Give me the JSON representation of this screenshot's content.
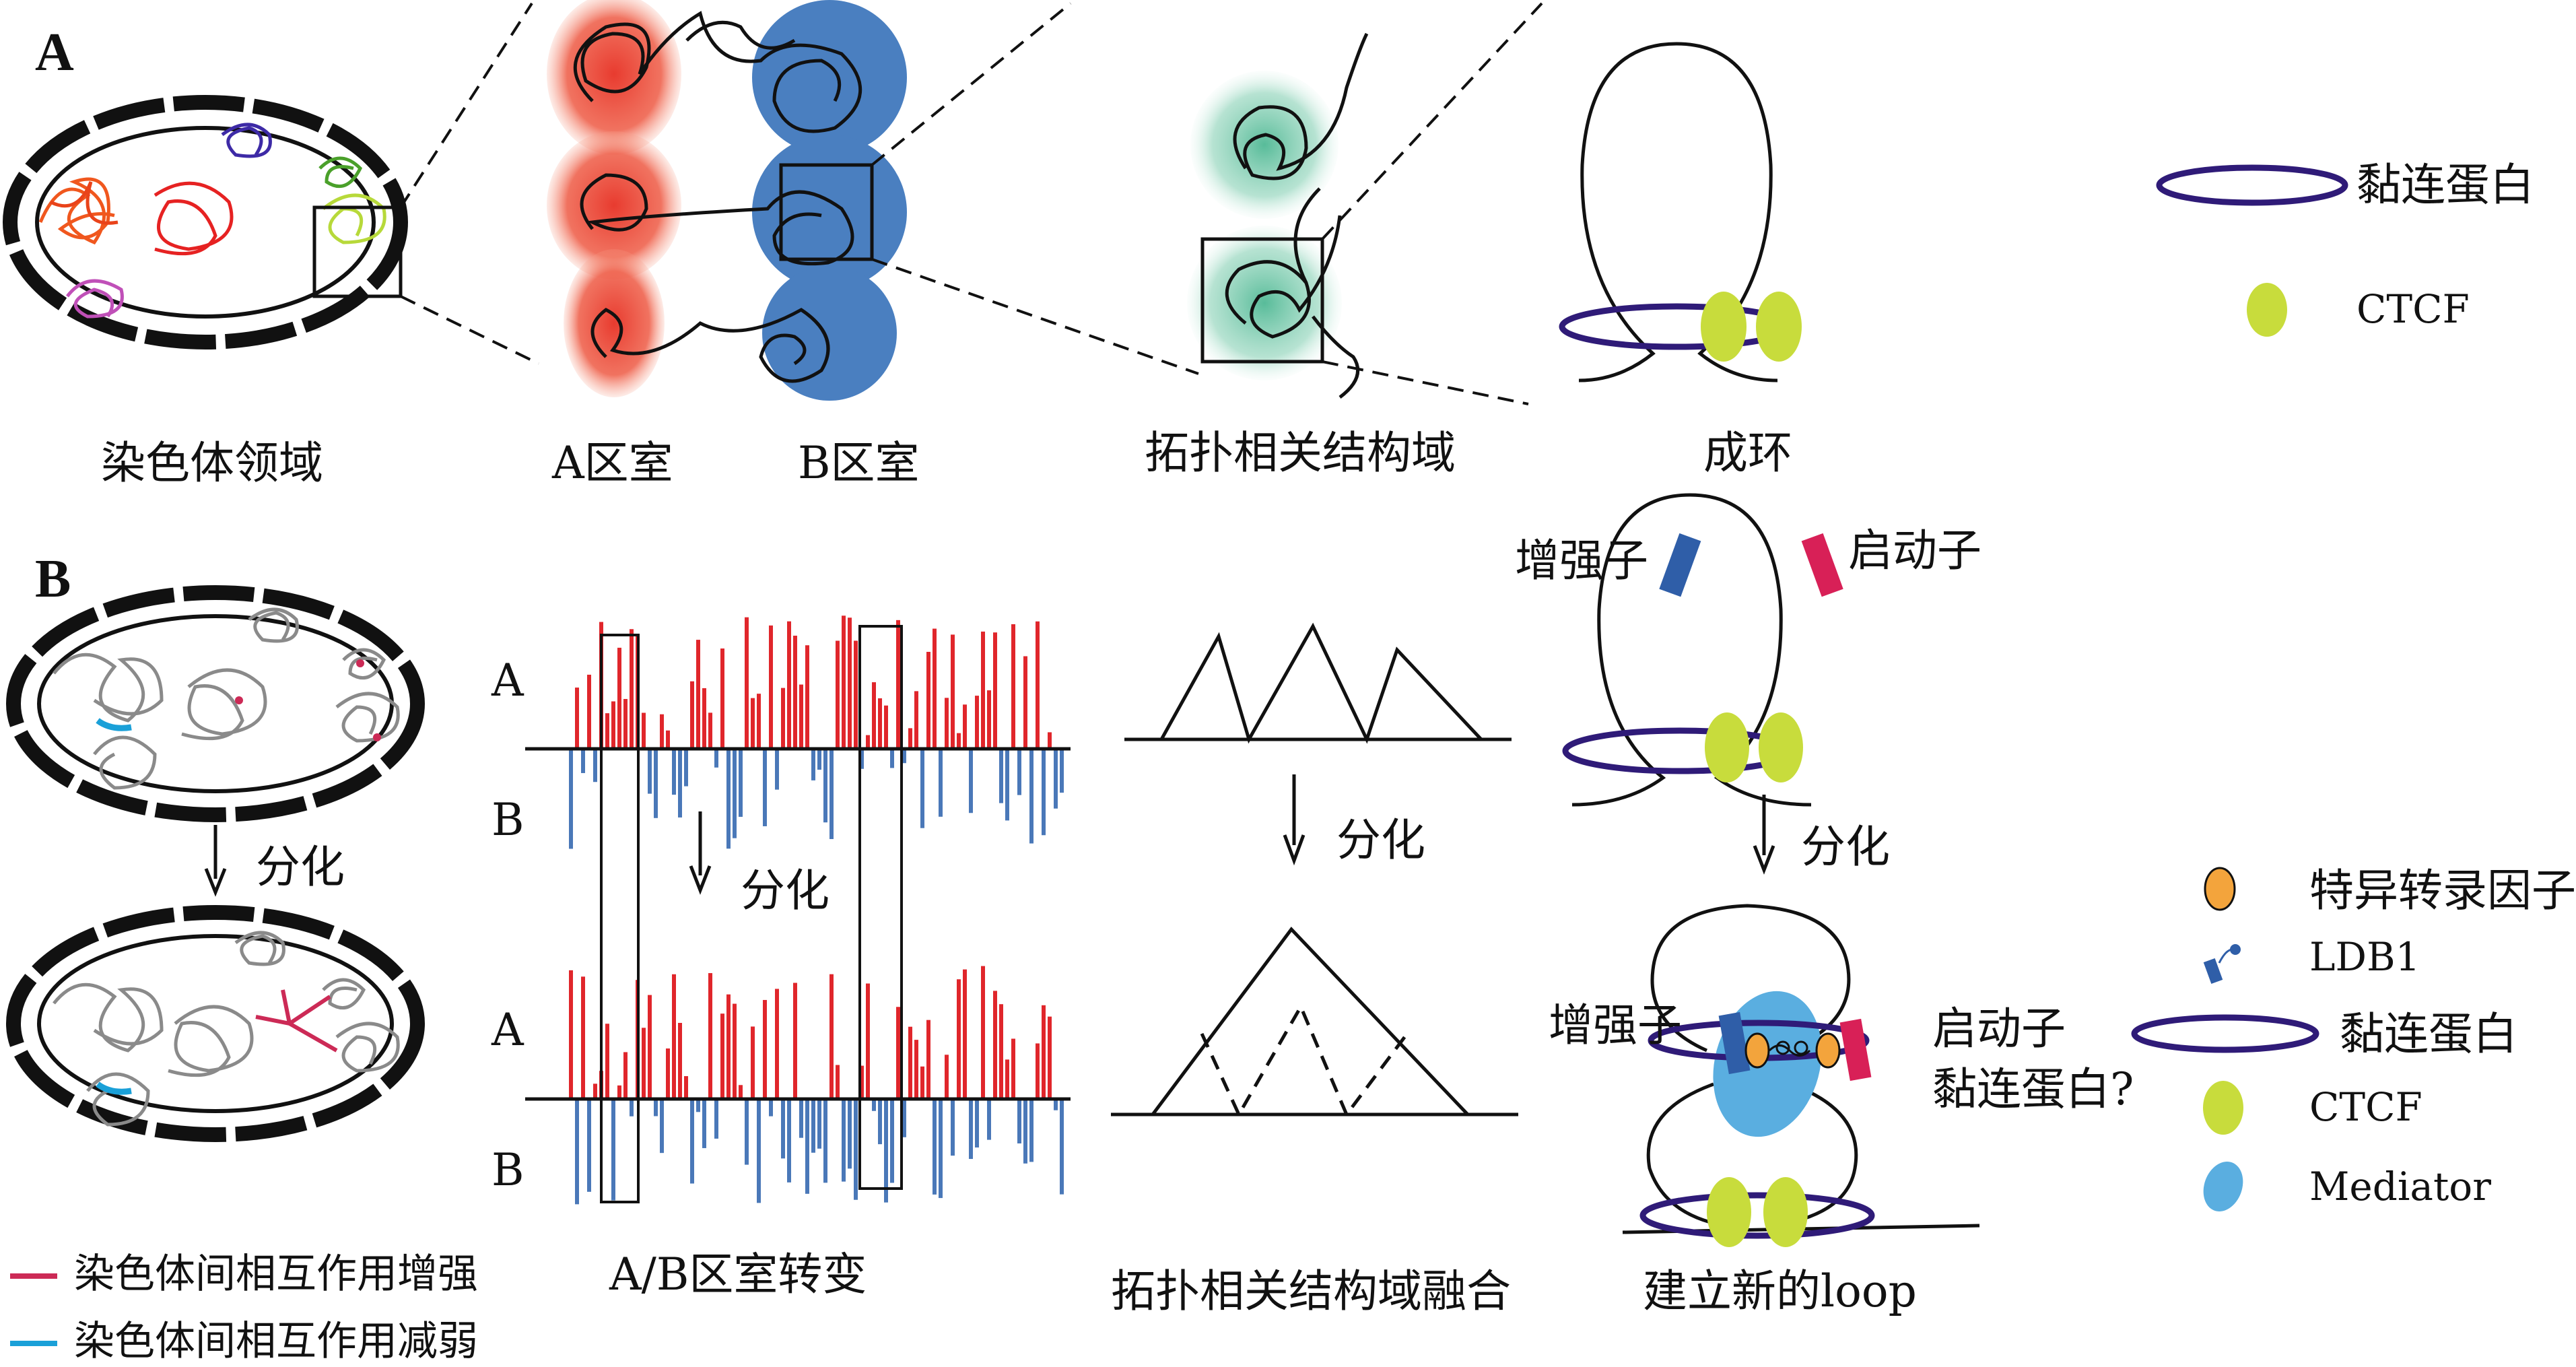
{
  "panels": {
    "a": "A",
    "b": "B"
  },
  "row_a": {
    "territory": "染色体领域",
    "a_compartment": "A区室",
    "b_compartment": "B区室",
    "tad": "拓扑相关结构域",
    "loop": "成环"
  },
  "legend_a": {
    "cohesin": "黏连蛋白",
    "ctcf": "CTCF"
  },
  "row_b": {
    "differentiate": "分化",
    "track_a": "A",
    "track_b": "B",
    "ab_switch": "A/B区室转变",
    "tad_fusion": "拓扑相关结构域融合",
    "enhancer": "增强子",
    "promoter": "启动子",
    "cohesin_q": "黏连蛋白?",
    "new_loop": "建立新的loop"
  },
  "legend_inter": {
    "enhanced": "染色体间相互作用增强",
    "weakened": "染色体间相互作用减弱"
  },
  "legend_b": {
    "tf": "特异转录因子",
    "ldb1": "LDB1",
    "cohesin": "黏连蛋白",
    "ctcf": "CTCF",
    "mediator": "Mediator"
  },
  "colors": {
    "a_bar": "#e0262b",
    "b_bar": "#4a78b8",
    "ctcf": "#c8dc3c",
    "cohesin": "#2f1b78",
    "mediator": "#5aaee0",
    "tf": "#f3a43c",
    "enhancer": "#2f5ea8",
    "promoter": "#d82057",
    "inter_up": "#cc2a56",
    "inter_down": "#1aa0d8",
    "a_blob": "#ec4a3c",
    "b_blob": "#4a7fc0",
    "tad_blob": "#5fc2a4"
  }
}
